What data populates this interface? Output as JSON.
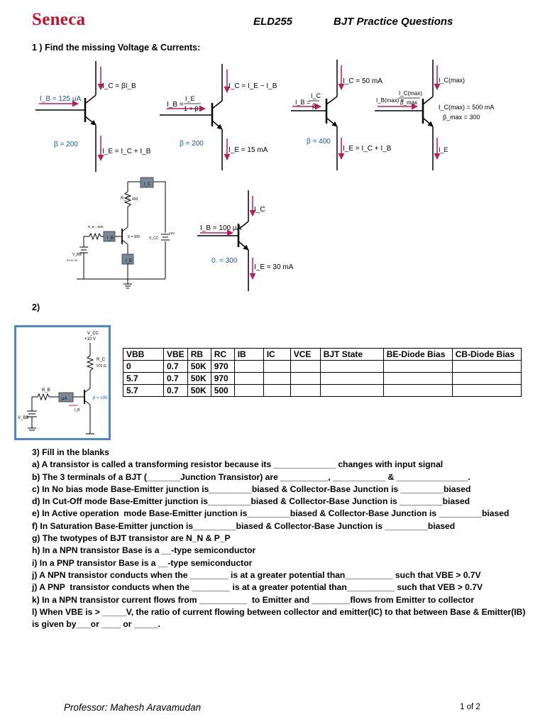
{
  "header": {
    "logo": "Seneca",
    "course": "ELD255",
    "title": "BJT Practice Questions"
  },
  "q1": {
    "title": "1 ) Find the missing Voltage & Currents:",
    "fig1": {
      "ic": "I_C = βI_B",
      "ib": "I_B = 125 μA",
      "beta": "β = 200",
      "ie": "I_E = I_C + I_B"
    },
    "fig2": {
      "ic": "I_C = I_E − I_B",
      "ib_l": "I_B =",
      "ib_n": "I_E",
      "ib_d": "1 + β",
      "beta": "β = 200",
      "ie": "I_E = 15 mA"
    },
    "fig3": {
      "ic": "I_C = 50 mA",
      "ib_l": "I_B =",
      "ib_n": "I_C",
      "ib_d": "β",
      "beta": "β = 400",
      "ie": "I_E = I_C + I_B"
    },
    "fig4": {
      "ic": "I_C(max)",
      "ib_l": "I_B(max) =",
      "ib_n": "I_C(max)",
      "ib_d": "β_max",
      "icmax": "I_C(max) = 500 mA",
      "bmax": "β_max = 300",
      "ie": "I_E"
    },
    "fig5": {
      "rc": "R_C",
      "rc_val": "400",
      "rb": "R_B = 50K",
      "ic": "I_C",
      "ib": "I_B",
      "ie": "I_E",
      "beta": "β = 300",
      "vcc": "V_CC",
      "vcc_val": "12V",
      "vbb": "V_BB",
      "vbb_range": "0V to 5V"
    },
    "fig6": {
      "ic": "I_C",
      "ib": "I_B = 100 μA",
      "beta": "0. = 300",
      "ie": "I_E = 30 mA"
    }
  },
  "q2": {
    "title": "2)",
    "circuit": {
      "vcc": "V_CC",
      "vcc_val": "+10 V",
      "rc": "R_C",
      "rc_val": "970 Ω",
      "rb": "R_B",
      "meter": "μA",
      "ib": "I_B",
      "beta": "β = 100",
      "vbb": "V_BB"
    },
    "table": {
      "headers": [
        "VBB",
        "VBE",
        "RB",
        "RC",
        "IB",
        "IC",
        "VCE",
        "BJT State",
        "BE-Diode Bias",
        "CB-Diode Bias"
      ],
      "rows": [
        [
          "0",
          "0.7",
          "50K",
          "970",
          "",
          "",
          "",
          "",
          "",
          ""
        ],
        [
          "5.7",
          "0.7",
          "50K",
          "970",
          "",
          "",
          "",
          "",
          "",
          ""
        ],
        [
          "5.7",
          "0.7",
          "50K",
          "500",
          "",
          "",
          "",
          "",
          "",
          ""
        ]
      ]
    }
  },
  "q3": {
    "title": "3) Fill in the blanks",
    "lines": [
      "a) A transistor is called a transforming resistor because its _____________ changes with input signal",
      "b) The 3 terminals of a BJT (_______Junction Transistor) are __________, ___________ & _______________.",
      "c) In No bias mode Base-Emitter junction is_________biased & Collector-Base Junction is _________biased",
      "d) In Cut-Off mode Base-Emitter junction is_________biased & Collector-Base Junction is _________biased",
      "e) In Active operation  mode Base-Emitter junction is_________biased & Collector-Base Junction is _________biased",
      "f) In Saturation Base-Emitter junction is_________biased & Collector-Base Junction is _________biased",
      "g) The twotypes of BJT transistor are N_N & P_P",
      "h) In a NPN transistor Base is a __-type semiconductor",
      "i) In a PNP transistor Base is a __-type semiconductor",
      "j) A NPN transistor conducts when the ________ is at a greater potential than__________ such that VBE > 0.7V",
      "j) A PNP  transistor conducts when the ________ is at a greater potential than__________ such that VEB > 0.7V",
      "k) In a NPN transistor current flows from __________  to Emitter and ________flows from Emitter to collector",
      "l) When VBE is > _____V, the ratio of current flowing between collector and emitter(IC) to that between Base & Emitter(IB) is given by___or ____ or _____."
    ]
  },
  "footer": {
    "professor": "Professor: Mahesh Aravamudan",
    "page": "1 of 2"
  }
}
